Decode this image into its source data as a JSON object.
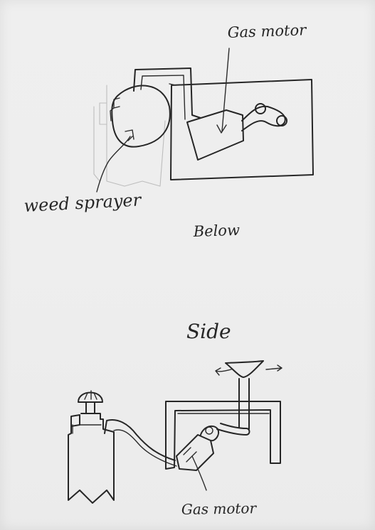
{
  "labels": {
    "top_motor": "Gas motor",
    "weed_sprayer": "weed sprayer",
    "below": "Below",
    "side": "Side",
    "bottom_motor": "Gas motor"
  }
}
